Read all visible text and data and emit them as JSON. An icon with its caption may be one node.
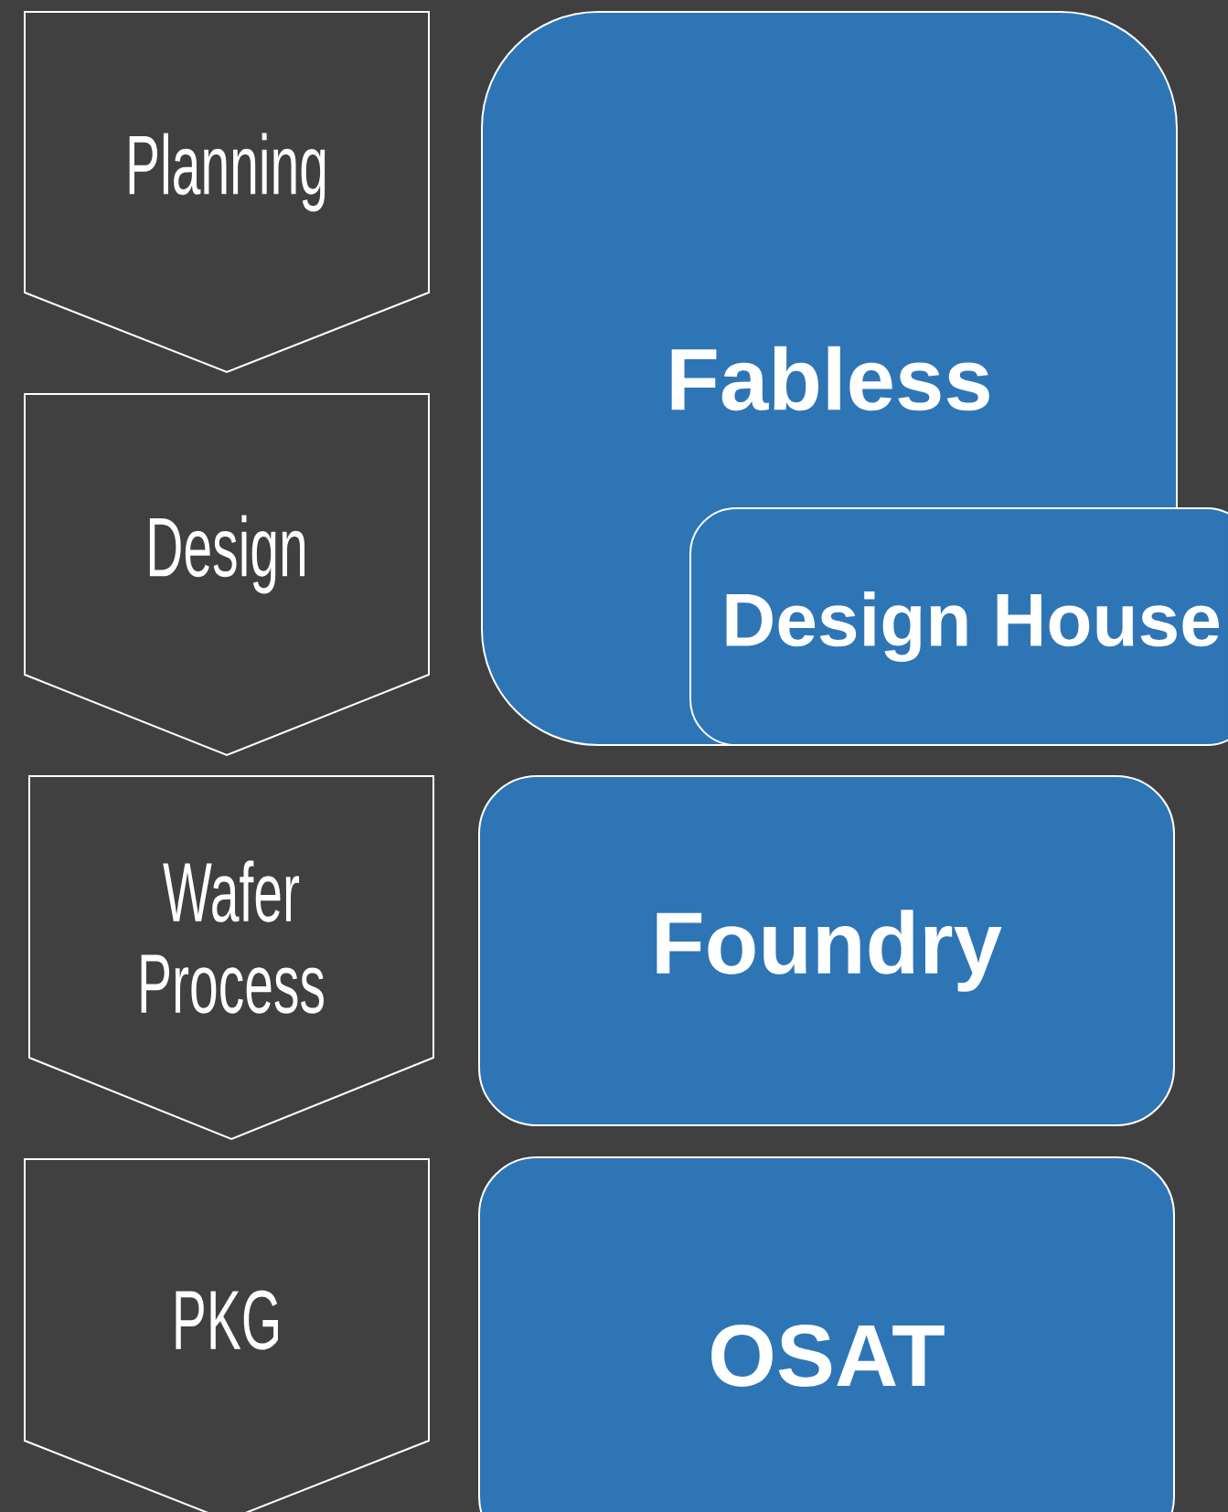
{
  "diagram": {
    "nodes": [
      {
        "text": [
          "Planning"
        ]
      },
      {
        "text": [
          "Fabless"
        ]
      },
      {
        "text": [
          "Design"
        ]
      },
      {
        "text": [
          "Design House"
        ]
      },
      {
        "text": [
          "Wafer Process"
        ]
      },
      {
        "text": [
          "Foundry"
        ]
      },
      {
        "text": [
          "PKG"
        ]
      },
      {
        "text": [
          "OSAT"
        ]
      }
    ]
  }
}
